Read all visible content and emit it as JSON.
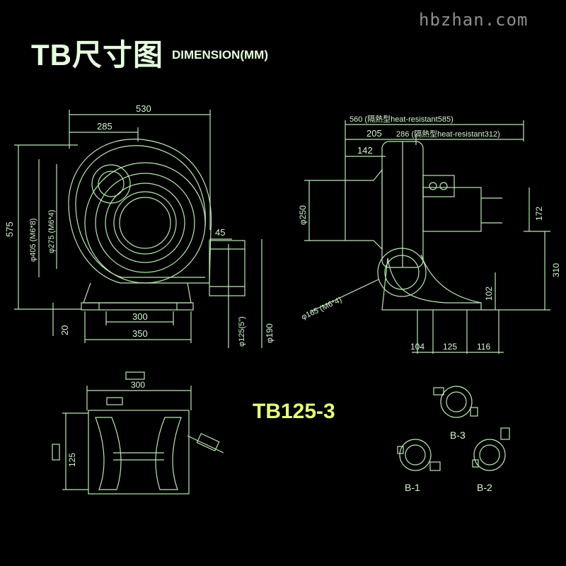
{
  "header": {
    "title": "TB尺寸图",
    "subtitle": "DIMENSION(MM)",
    "watermark": "hbzhan.com"
  },
  "model_label": "TB125-3",
  "colors": {
    "background": "#000000",
    "line": "#b9e8b2",
    "text": "#d4f5cf",
    "model": "#e8ff7a"
  },
  "front_view": {
    "dims": {
      "top_width": "530",
      "outlet_offset": "285",
      "height": "575",
      "d405": "φ405 (M6*8)",
      "d275": "φ275 (M6*4)",
      "outlet_45": "45",
      "base_20": "20",
      "base_300": "300",
      "base_350": "350",
      "d125": "φ125(5\")",
      "d190": "φ190"
    }
  },
  "side_view": {
    "dims": {
      "total_len": "560 (隔熱型heat-resistant585)",
      "seg_205": "205",
      "seg_286": "286 (隔熱型heat-resistant312)",
      "seg_142": "142",
      "d250": "φ250",
      "motor_172": "172",
      "height_310": "310",
      "base_102": "102",
      "d165": "φ165 (M6*4)",
      "base_104": "104",
      "base_125": "125",
      "base_116": "116"
    }
  },
  "base_view": {
    "dims": {
      "width_300": "300",
      "height_125": "125"
    }
  },
  "orientations": [
    "B-3",
    "B-1",
    "B-2"
  ]
}
